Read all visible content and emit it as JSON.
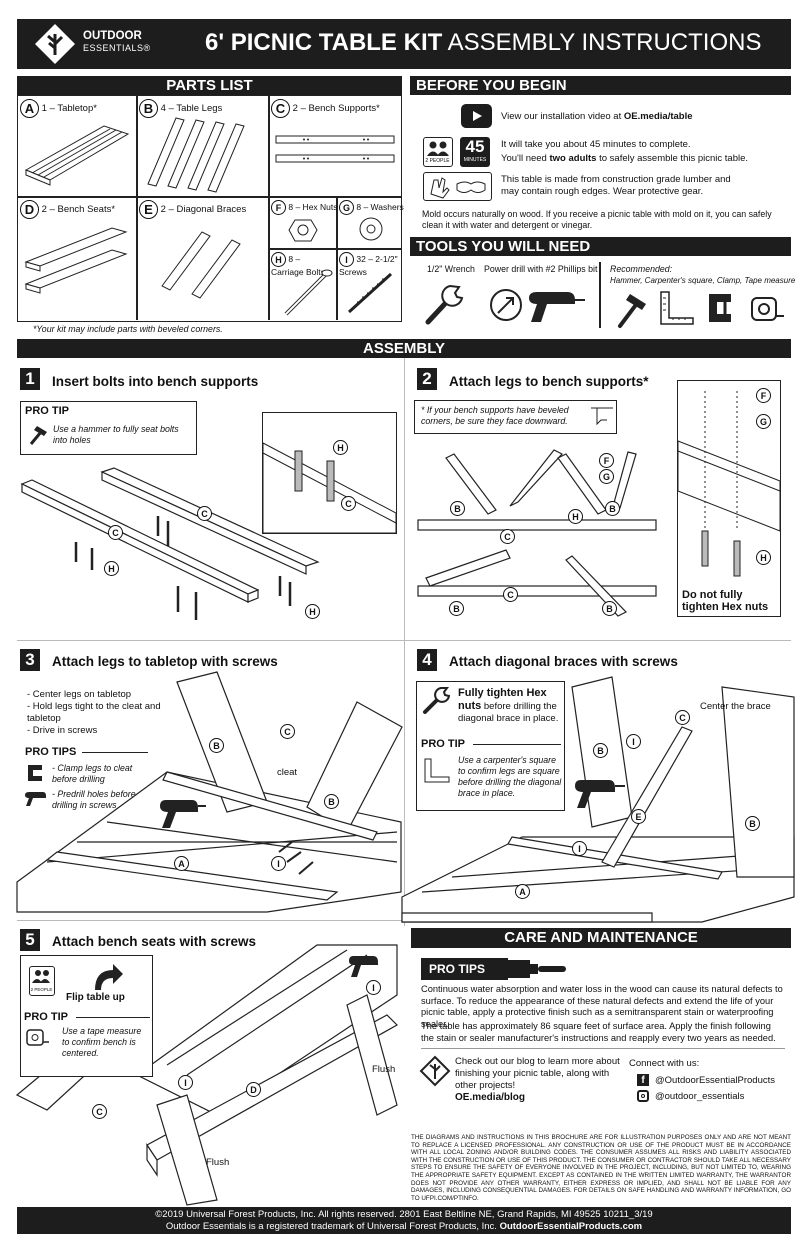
{
  "header": {
    "brand_top": "OUTDOOR",
    "brand_bottom": "ESSENTIALS®",
    "title_bold": "6' PICNIC TABLE KIT",
    "title_light": " ASSEMBLY INSTRUCTIONS"
  },
  "parts": {
    "heading": "PARTS LIST",
    "items": [
      {
        "letter": "A",
        "label": "1 – Tabletop*"
      },
      {
        "letter": "B",
        "label": "4 – Table Legs"
      },
      {
        "letter": "C",
        "label": "2 – Bench Supports*"
      },
      {
        "letter": "D",
        "label": "2 – Bench Seats*"
      },
      {
        "letter": "E",
        "label": "2 – Diagonal Braces"
      },
      {
        "letter": "F",
        "label": "8 – Hex Nuts"
      },
      {
        "letter": "G",
        "label": "8 – Washers"
      },
      {
        "letter": "H",
        "label": "8 – Carriage Bolts"
      },
      {
        "letter": "I",
        "label": "32 – 2-1/2\" Screws"
      }
    ],
    "footnote": "*Your kit may include parts with beveled corners."
  },
  "before": {
    "heading": "BEFORE YOU BEGIN",
    "video": "View our installation video at ",
    "video_link": "OE.media/table",
    "time": "It will take you about 45 minutes to complete.",
    "adults_pre": "You'll need ",
    "adults_bold": "two adults",
    "adults_post": " to safely assemble this picnic table.",
    "people_badge": "2 PEOPLE",
    "minutes_num": "45",
    "minutes_label": "MINUTES",
    "lumber": "This table is made from construction grade lumber and may contain rough edges. Wear protective gear.",
    "mold": "Mold occurs naturally on wood. If you receive a picnic table with mold on it, you can safely clean it with water and detergent or vinegar."
  },
  "tools": {
    "heading": "TOOLS YOU WILL NEED",
    "wrench": "1/2\" Wrench",
    "drill": "Power drill with #2 Phillips bit",
    "rec_title": "Recommended:",
    "rec_bold": "Hammer,",
    "rec_rest": " Carpenter's square, Clamp, Tape measure"
  },
  "assembly": {
    "heading": "ASSEMBLY"
  },
  "step1": {
    "num": "1",
    "title": "Insert bolts into bench supports",
    "pro": "PRO TIP",
    "tip": "Use a hammer to fully seat bolts into holes"
  },
  "step2": {
    "num": "2",
    "title": "Attach legs to bench supports*",
    "note": "* If your bench supports have beveled corners, be sure they face downward.",
    "warn": "Do not fully tighten Hex nuts"
  },
  "step3": {
    "num": "3",
    "title": "Attach legs to tabletop with screws",
    "b1": "- Center legs on tabletop",
    "b2": "- Hold legs tight to the cleat and tabletop",
    "b3": "- Drive in screws",
    "pro": "PRO TIPS",
    "t1": "- Clamp legs to cleat before drilling",
    "t2": "- Predrill holes before drilling in screws",
    "cleat": "cleat"
  },
  "step4": {
    "num": "4",
    "title": "Attach diagonal braces with screws",
    "tighten_bold": "Fully tighten Hex nuts",
    "tighten_rest": " before drilling the diagonal brace in place.",
    "pro": "PRO TIP",
    "tip": "Use a carpenter's square to confirm legs are square before drilling the diagonal brace in place.",
    "center": "Center the brace"
  },
  "step5": {
    "num": "5",
    "title": "Attach bench seats with screws",
    "people_badge": "2 PEOPLE",
    "flip": "Flip table up",
    "pro": "PRO TIP",
    "tip": "Use a tape measure to confirm bench is centered.",
    "flush1": "Flush",
    "flush2": "Flush"
  },
  "care": {
    "heading": "CARE AND MAINTENANCE",
    "pro": "PRO TIPS",
    "p1": "Continuous water absorption and water loss in the wood can cause its natural defects to surface. To reduce the appearance of these natural defects and extend the life of your picnic table, apply a protective finish such as a semitransparent stain or waterproofing sealer.",
    "p2": "The table has approximately 86 square feet of surface area. Apply the finish following the stain or sealer manufacturer's instructions and reapply every two years as needed.",
    "blog": "Check out our blog to learn more about finishing your picnic table, along with other projects!",
    "blog_link": "OE.media/blog",
    "connect": "Connect with us:",
    "fb": "@OutdoorEssentialProducts",
    "ig": "@outdoor_essentials",
    "disclaimer": "THE DIAGRAMS AND INSTRUCTIONS IN THIS BROCHURE ARE FOR ILLUSTRATION PURPOSES ONLY AND ARE NOT MEANT TO REPLACE A LICENSED PROFESSIONAL. ANY CONSTRUCTION OR USE OF THE PRODUCT MUST BE IN ACCORDANCE WITH ALL LOCAL ZONING AND/OR BUILDING CODES. THE CONSUMER ASSUMES ALL RISKS AND LIABILITY ASSOCIATED WITH THE CONSTRUCTION OR USE OF THIS PRODUCT. THE CONSUMER OR CONTRACTOR SHOULD TAKE ALL NECESSARY STEPS TO ENSURE THE SAFETY OF EVERYONE INVOLVED IN THE PROJECT, INCLUDING, BUT NOT LIMITED TO, WEARING THE APPROPRIATE SAFETY EQUIPMENT. EXCEPT AS CONTAINED IN THE WRITTEN LIMITED WARRANTY, THE WARRANTOR DOES NOT PROVIDE ANY OTHER WARRANTY, EITHER EXPRESS OR IMPLIED, AND SHALL NOT BE LIABLE FOR ANY DAMAGES, INCLUDING CONSEQUENTIAL DAMAGES. FOR DETAILS ON SAFE HANDLING AND WARRANTY INFORMATION, GO TO UFPI.COM/PTINFO."
  },
  "footer": {
    "line1": "©2019 Universal Forest Products, Inc. All rights reserved. 2801 East Beltline NE, Grand Rapids, MI 49525   10211_3/19",
    "line2_pre": "Outdoor Essentials is a registered trademark of Universal Forest Products, Inc.  ",
    "line2_link": "OutdoorEssentialProducts.com"
  }
}
